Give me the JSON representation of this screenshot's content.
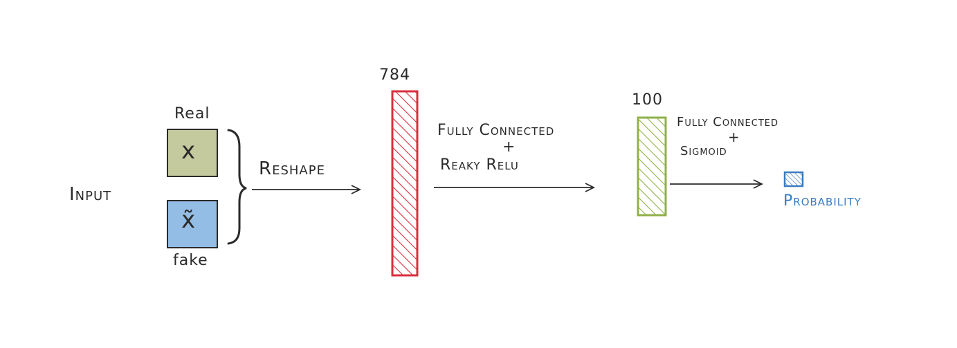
{
  "diagram": {
    "input_label": "Input",
    "real": {
      "label": "Real",
      "symbol": "x"
    },
    "fake": {
      "label": "fake",
      "symbol": "x̃"
    },
    "reshape_label": "Reshape",
    "layer1": {
      "size": "784",
      "op_line1": "Fully Connected",
      "plus": "+",
      "op_line2": "Reaky Relu"
    },
    "layer2": {
      "size": "100",
      "op_line1": "Fully Connected",
      "plus": "+",
      "op_line2": "Sigmoid"
    },
    "output_label": "Probability"
  },
  "colors": {
    "real_fill": "#c5c99e",
    "fake_fill": "#94bde6",
    "layer1_stroke": "#d92f3e",
    "layer2_stroke": "#8fb04a",
    "output_stroke": "#3a7cc0",
    "ink": "#2a2a2a"
  }
}
